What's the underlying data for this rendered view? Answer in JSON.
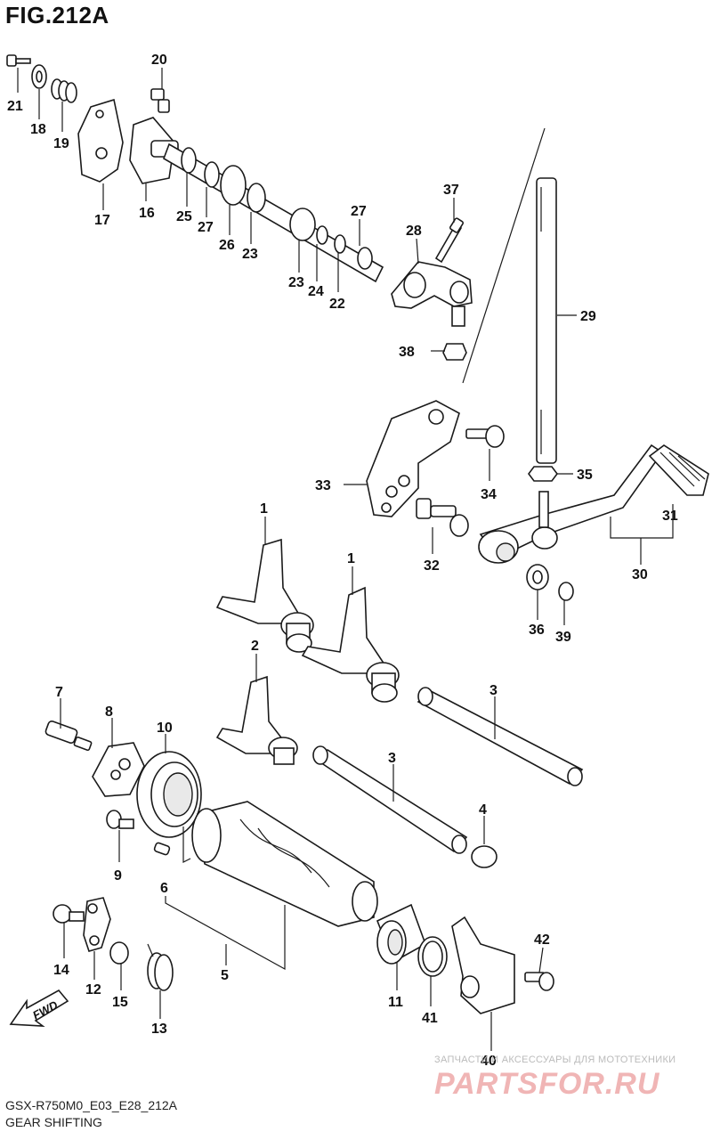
{
  "figure_title": "FIG.212A",
  "diagram_code": "GSX-R750M0_E03_E28_212A",
  "diagram_name": "GEAR SHIFTING",
  "direction_label": "FWD",
  "watermark": {
    "tagline": "ЗАПЧАСТИ И АКСЕССУАРЫ ДЛЯ МОТОТЕХНИКИ",
    "logo": "PARTSFOR.RU"
  },
  "callouts": {
    "c1a": "1",
    "c1b": "1",
    "c2": "2",
    "c3a": "3",
    "c3b": "3",
    "c4": "4",
    "c5": "5",
    "c6": "6",
    "c7": "7",
    "c8": "8",
    "c9": "9",
    "c10": "10",
    "c11": "11",
    "c12": "12",
    "c13": "13",
    "c14": "14",
    "c15": "15",
    "c16": "16",
    "c17": "17",
    "c18": "18",
    "c19": "19",
    "c20": "20",
    "c21": "21",
    "c22": "22",
    "c23a": "23",
    "c23b": "23",
    "c24": "24",
    "c25": "25",
    "c26": "26",
    "c27a": "27",
    "c27b": "27",
    "c28": "28",
    "c29": "29",
    "c30": "30",
    "c31": "31",
    "c32": "32",
    "c33": "33",
    "c34": "34",
    "c35": "35",
    "c36": "36",
    "c37": "37",
    "c38": "38",
    "c39": "39",
    "c40": "40",
    "c41": "41",
    "c42": "42"
  },
  "colors": {
    "ink": "#1a1a1a",
    "watermark_logo": "#f0b5b5",
    "watermark_text": "#bbbbbb"
  }
}
